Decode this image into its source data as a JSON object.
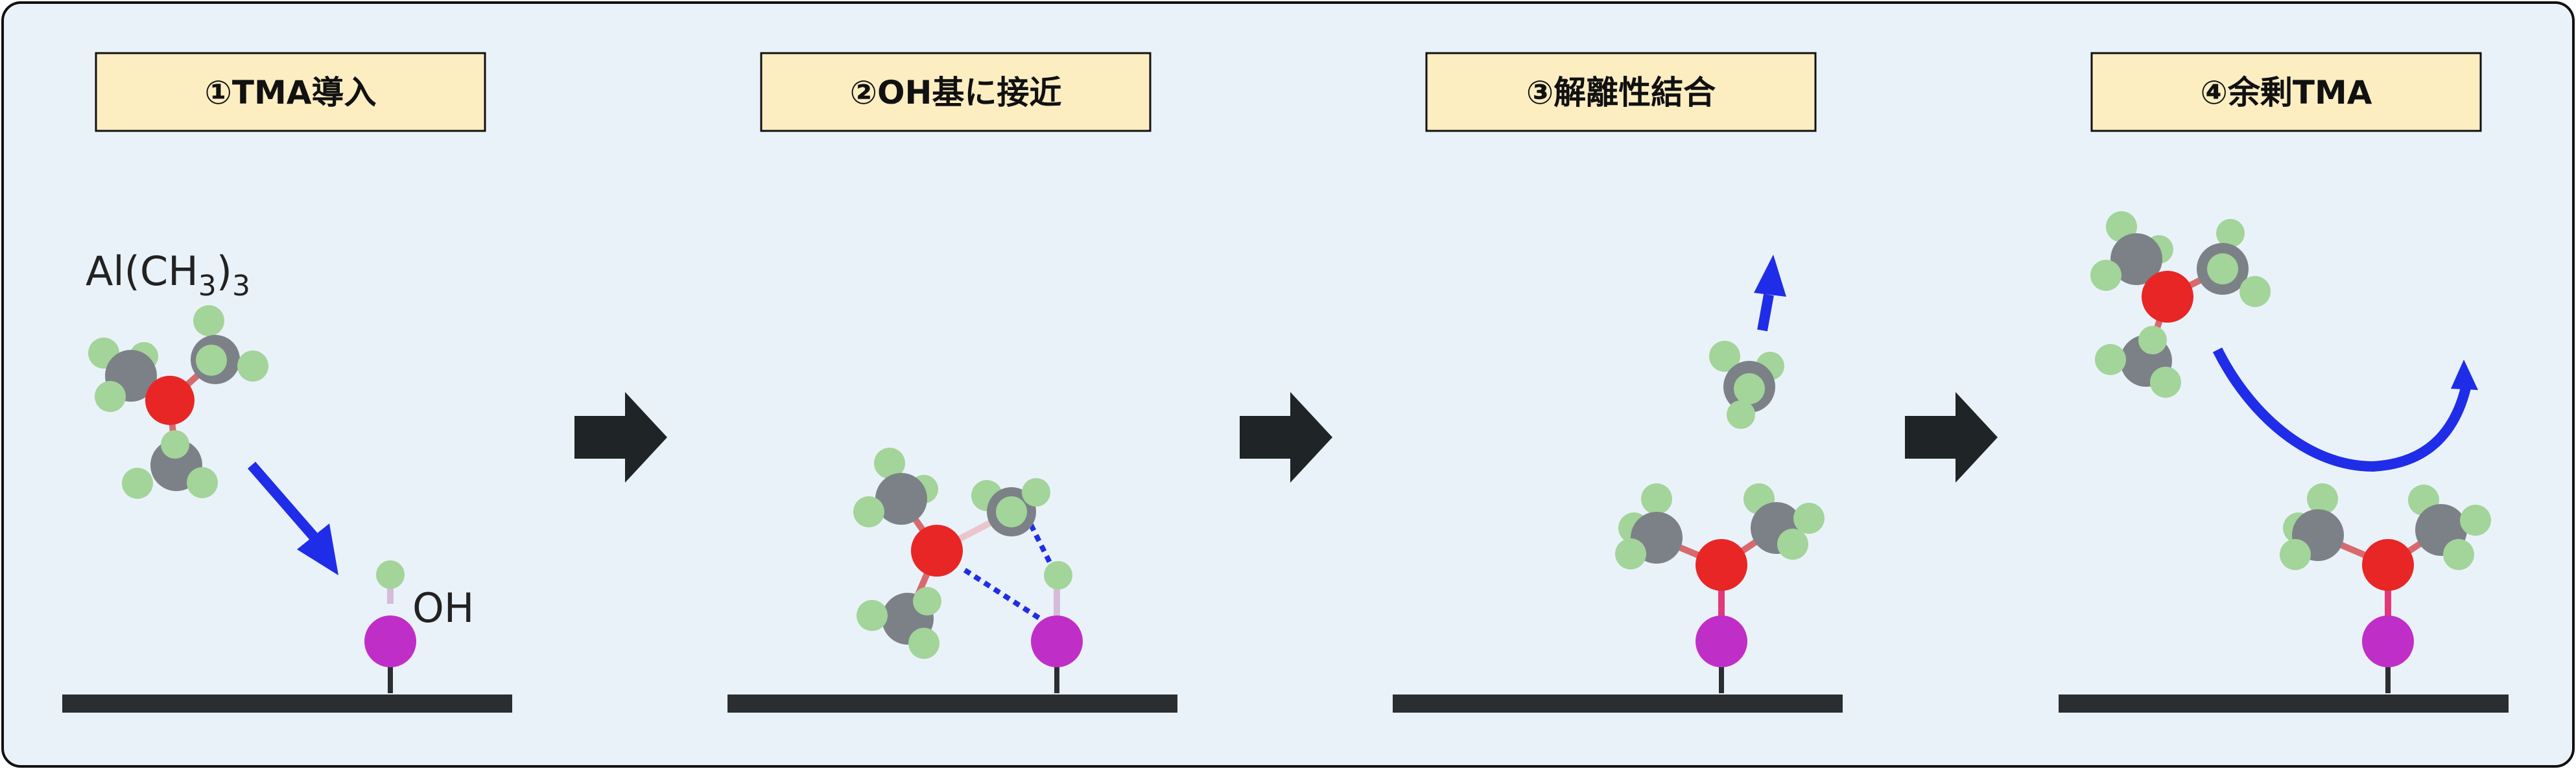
{
  "steps": [
    {
      "title": "①TMA導入"
    },
    {
      "title": "②OH基に接近"
    },
    {
      "title": "③解離性結合"
    },
    {
      "title": "④余剰TMA"
    }
  ],
  "labels": {
    "tma_formula_main": "Al(CH",
    "tma_formula_sub1": "3",
    "tma_formula_close": ")",
    "tma_formula_sub2": "3",
    "hydroxyl": "OH"
  },
  "colors": {
    "panel_bg": "#eaf2f9",
    "title_box": "#fdeec2",
    "surface": "#2b2e31",
    "aluminum": "#e82626",
    "carbon": "#7c8187",
    "hydrogen": "#a3d49a",
    "oxygen": "#c02ec8",
    "motion_arrow": "#1f2de8",
    "step_arrow": "#1f2426",
    "interaction_dots": "#1f2de8"
  }
}
